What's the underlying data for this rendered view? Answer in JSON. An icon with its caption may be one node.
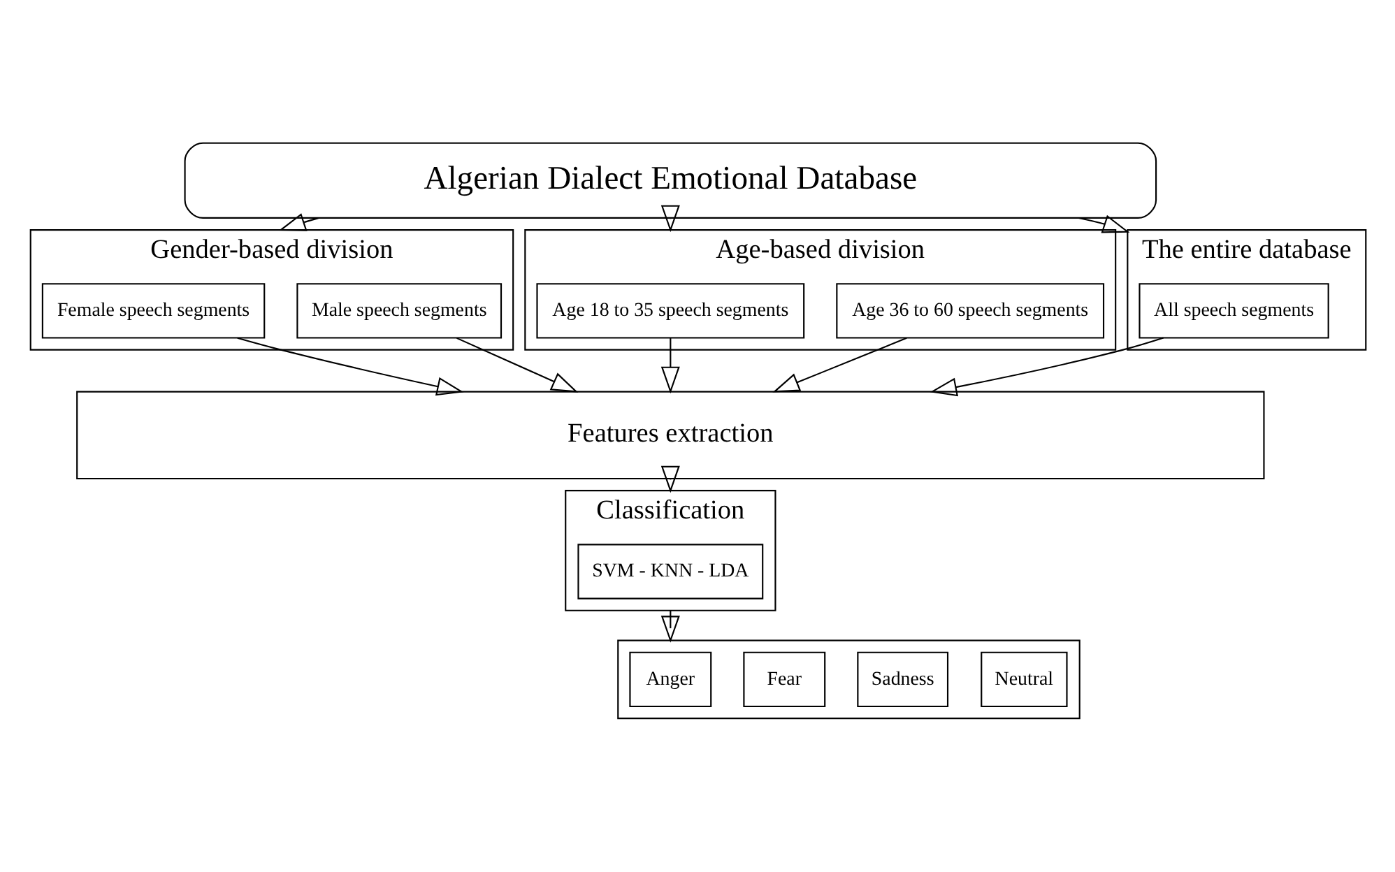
{
  "diagram": {
    "nodes": [
      {
        "text": [
          "Algerian Dialect Emotional Database"
        ]
      },
      {
        "text": [
          "Gender-based division"
        ]
      },
      {
        "text": [
          "Female speech segments"
        ],
        "in": 1
      },
      {
        "text": [
          "Male speech segments"
        ],
        "in": 1
      },
      {
        "text": [
          "Age-based division"
        ]
      },
      {
        "text": [
          "Age 18 to 35 speech segments"
        ],
        "in": 4
      },
      {
        "text": [
          "Age 36 to 60 speech segments"
        ],
        "in": 4
      },
      {
        "text": [
          "The entire database"
        ]
      },
      {
        "text": [
          "All speech segments"
        ],
        "in": 7
      },
      {
        "text": [
          "Features extraction"
        ]
      },
      {
        "text": [
          "Classification"
        ]
      },
      {
        "text": [
          "SVM - KNN - LDA"
        ],
        "in": 10
      },
      {
        "text": [],
        "shape": "box"
      },
      {
        "text": [
          "Anger"
        ],
        "in": 12
      },
      {
        "text": [
          "Fear"
        ],
        "in": 12
      },
      {
        "text": [
          "Sadness"
        ],
        "in": 12
      },
      {
        "text": [
          "Neutral"
        ],
        "in": 12
      }
    ],
    "edges": [
      {
        "from": 0,
        "to": 1,
        "arrow": "to"
      },
      {
        "from": 0,
        "to": 4,
        "arrow": "to"
      },
      {
        "from": 0,
        "to": 7,
        "arrow": "to"
      },
      {
        "from": 2,
        "to": 9,
        "arrow": "to"
      },
      {
        "from": 3,
        "to": 9,
        "arrow": "to"
      },
      {
        "from": 5,
        "to": 9,
        "arrow": "to"
      },
      {
        "from": 6,
        "to": 9,
        "arrow": "to"
      },
      {
        "from": 8,
        "to": 9,
        "arrow": "to"
      },
      {
        "from": 9,
        "to": 10,
        "arrow": "to"
      },
      {
        "from": 10,
        "to": 12,
        "arrow": "to"
      }
    ]
  }
}
